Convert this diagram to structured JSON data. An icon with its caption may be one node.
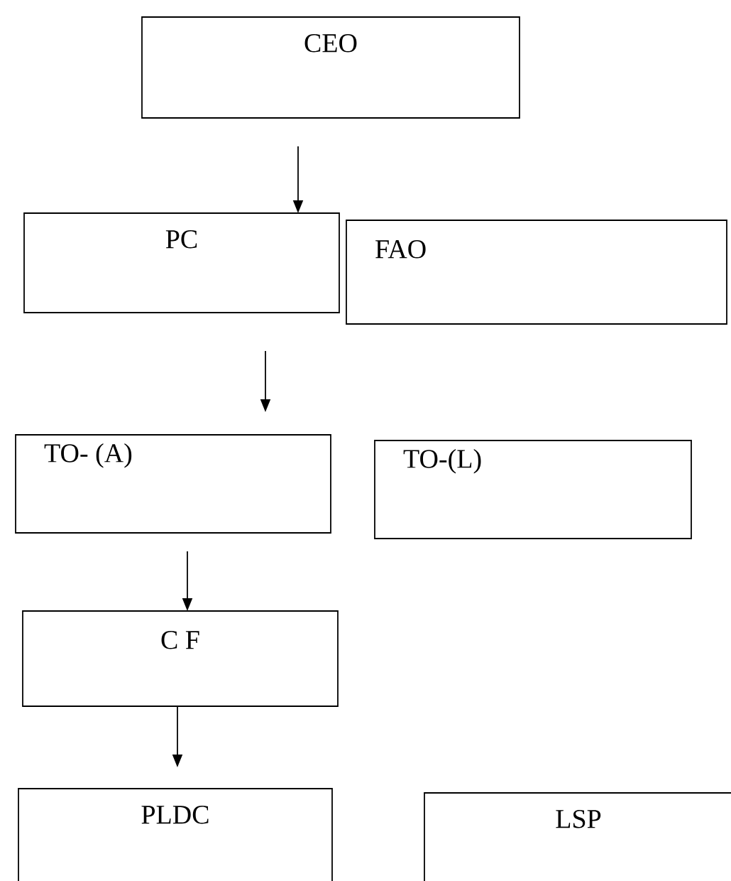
{
  "diagram": {
    "nodes": [
      {
        "text": [
          "CEO"
        ]
      },
      {
        "text": [
          "PC"
        ]
      },
      {
        "text": [
          "FAO"
        ]
      },
      {
        "text": [
          "TO- (A)"
        ]
      },
      {
        "text": [
          "TO-(L)"
        ]
      },
      {
        "text": [
          "C F"
        ]
      },
      {
        "text": [
          "PLDC"
        ]
      },
      {
        "text": [
          "LSP"
        ]
      }
    ],
    "edges": [
      {
        "from": 0,
        "to": 1,
        "arrow": "to"
      },
      {
        "from": 1,
        "to": 3,
        "arrow": "to"
      },
      {
        "from": 3,
        "to": 5,
        "arrow": "to"
      },
      {
        "from": 5,
        "to": 6,
        "arrow": "to"
      }
    ]
  }
}
